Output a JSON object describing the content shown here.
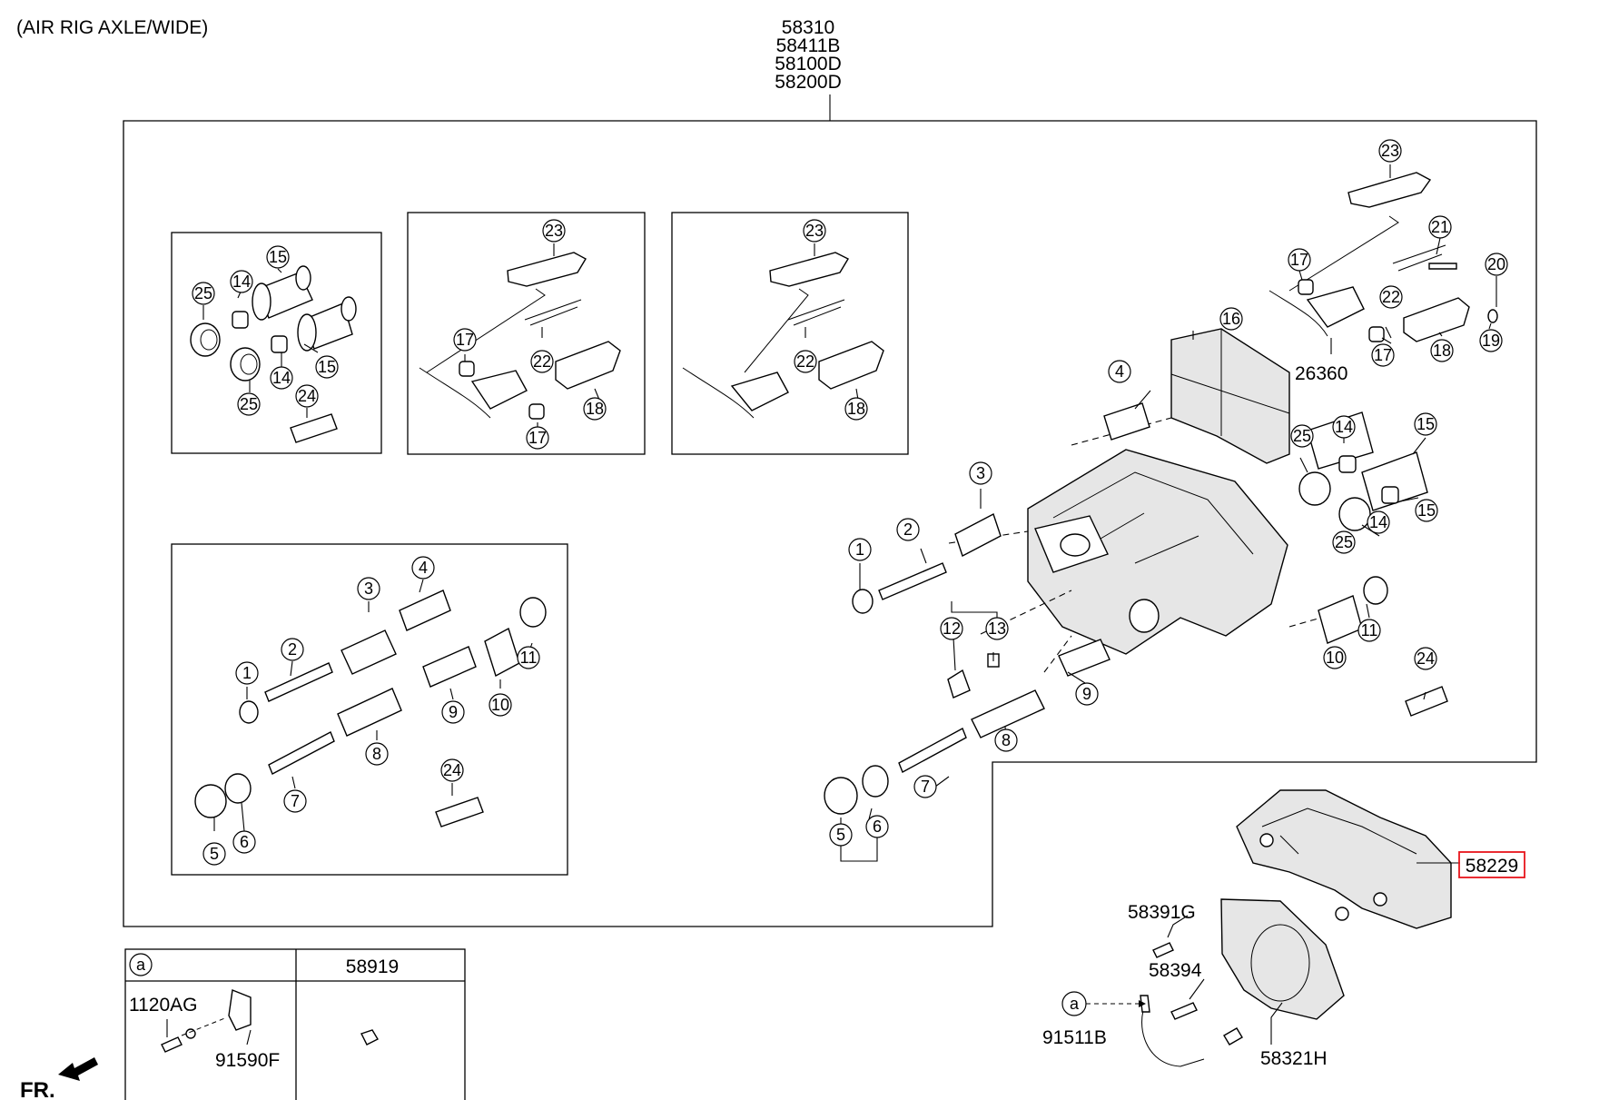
{
  "header_note": "(AIR RIG AXLE/WIDE)",
  "assembly_part_numbers": [
    "58310",
    "58411B",
    "58100D",
    "58200D"
  ],
  "highlighted_part": {
    "number": "58229",
    "highlight_color": "#e8141b"
  },
  "part_labels": {
    "bracket_bolt": "58391G",
    "plate_bolt": "58394",
    "sensor": "91511B",
    "dust_plate": "58321H",
    "pad_kit": "26360"
  },
  "inset_table": {
    "ref_letter": "a",
    "col2_header": "58919",
    "bolt": "1120AG",
    "clip": "91590F"
  },
  "sensor_ref_letter": "a",
  "direction_label": "FR.",
  "callouts": {
    "kit1": [
      "15",
      "14",
      "25",
      "15",
      "14",
      "25",
      "24"
    ],
    "kit2": [
      "23",
      "17",
      "22",
      "18",
      "17"
    ],
    "kit3": [
      "23",
      "22",
      "18"
    ],
    "kit4": [
      "1",
      "2",
      "3",
      "4",
      "10",
      "11",
      "9",
      "8",
      "7",
      "5",
      "6",
      "24"
    ],
    "main": [
      "23",
      "21",
      "20",
      "17",
      "22",
      "19",
      "18",
      "17",
      "16",
      "4",
      "3",
      "2",
      "1",
      "12",
      "13",
      "25",
      "14",
      "15",
      "14",
      "15",
      "25",
      "10",
      "11",
      "24",
      "9",
      "8",
      "7",
      "5",
      "6"
    ]
  }
}
